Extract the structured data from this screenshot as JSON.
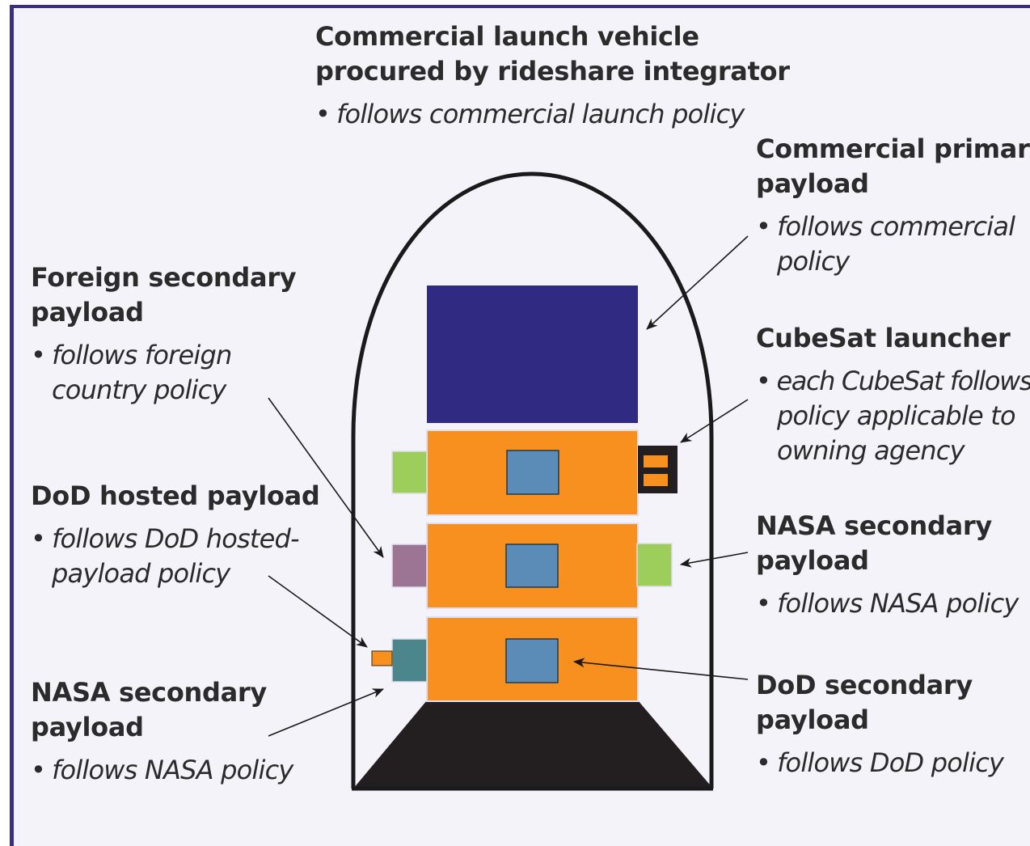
{
  "callouts": {
    "launch_vehicle": {
      "title_line1": "Commercial launch vehicle",
      "title_line2": "procured by rideshare integrator",
      "bullet_line1": "follows commercial launch policy"
    },
    "commercial_primary": {
      "title_line1": "Commercial primary",
      "title_line2": "payload",
      "bullet_line1": "follows commercial",
      "bullet_line2": "policy"
    },
    "foreign_secondary": {
      "title_line1": "Foreign secondary",
      "title_line2": "payload",
      "bullet_line1": "follows foreign",
      "bullet_line2": "country policy"
    },
    "cubesat_launcher": {
      "title_line1": "CubeSat launcher",
      "bullet_line1": "each CubeSat follows",
      "bullet_line2": "policy applicable to",
      "bullet_line3": "owning agency"
    },
    "dod_hosted": {
      "title_line1": "DoD hosted payload",
      "bullet_line1": "follows DoD hosted-",
      "bullet_line2": "payload policy"
    },
    "nasa_secondary_right": {
      "title_line1": "NASA secondary",
      "title_line2": "payload",
      "bullet_line1": "follows NASA policy"
    },
    "nasa_secondary_left": {
      "title_line1": "NASA secondary",
      "title_line2": "payload",
      "bullet_line1": "follows NASA policy"
    },
    "dod_secondary": {
      "title_line1": "DoD secondary",
      "title_line2": "payload",
      "bullet_line1": "follows DoD policy"
    }
  },
  "bullet_symbol": "•",
  "colors": {
    "frame_border": "#3d2f7a",
    "background": "#f4f3f9",
    "primary_payload": "#312a82",
    "adapter": "#f7901e",
    "inner_payload": "#5b8cb8",
    "green_payload": "#9dcd5a",
    "purple_payload": "#9c7595",
    "teal_payload": "#4a868c",
    "base": "#231f20",
    "text": "#2b2b2b"
  }
}
